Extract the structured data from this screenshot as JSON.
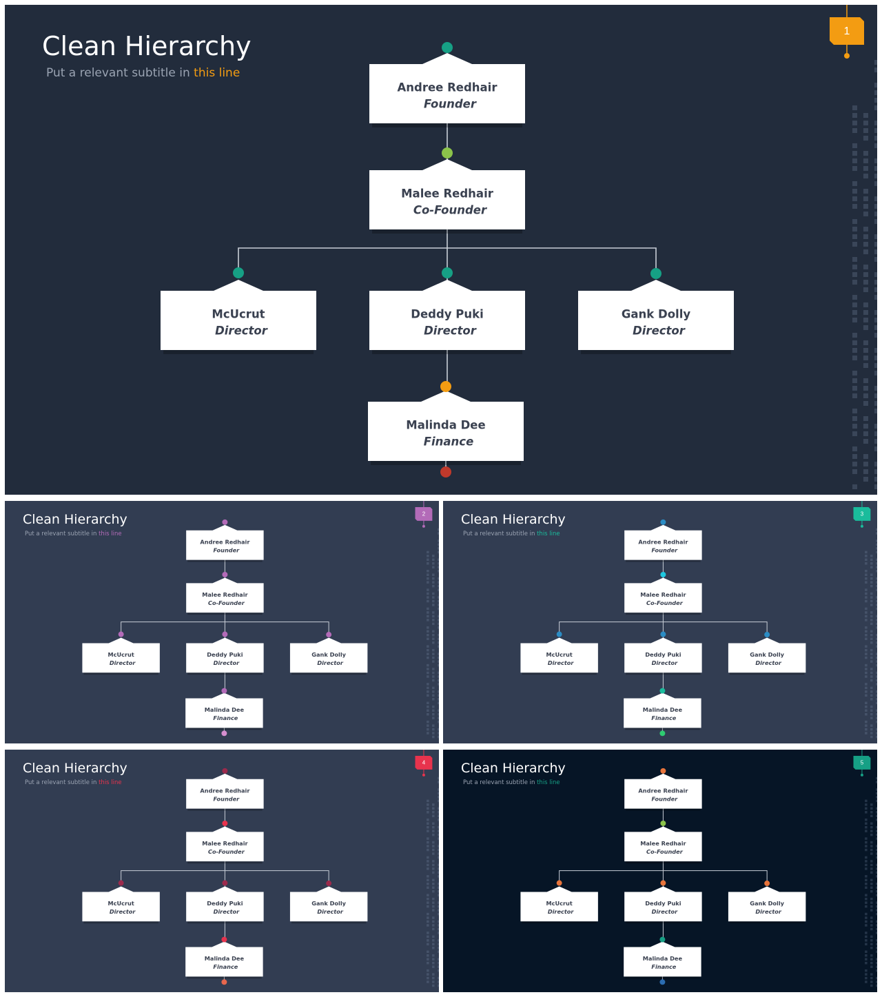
{
  "slides": [
    {
      "title": "Clean Hierarchy",
      "subtitle_prefix": "Put a relevant subtitle in ",
      "subtitle_highlight": "this line",
      "page_number": "1",
      "background": "#222c3c",
      "accent": "#f39c12",
      "dots": {
        "n0": "#16a085",
        "n1": "#8bc34a",
        "n2": "#16a085",
        "n3": "#16a085",
        "n4": "#16a085",
        "n5": "#f39c12",
        "end": "#c0392b"
      }
    },
    {
      "title": "Clean Hierarchy",
      "subtitle_prefix": "Put a relevant subtitle in ",
      "subtitle_highlight": "this line",
      "page_number": "2",
      "background": "#323d52",
      "accent": "#b36bb8",
      "dots": {
        "n0": "#b36bb8",
        "n1": "#b36bb8",
        "n2": "#b36bb8",
        "n3": "#b36bb8",
        "n4": "#b36bb8",
        "n5": "#b36bb8",
        "end": "#d68fd0"
      }
    },
    {
      "title": "Clean Hierarchy",
      "subtitle_prefix": "Put a relevant subtitle in ",
      "subtitle_highlight": "this line",
      "page_number": "3",
      "background": "#323d52",
      "accent": "#1abc9c",
      "dots": {
        "n0": "#2b8cc4",
        "n1": "#1ec8e0",
        "n2": "#2b8cc4",
        "n3": "#2b8cc4",
        "n4": "#2b8cc4",
        "n5": "#1abc9c",
        "end": "#2ecc71"
      }
    },
    {
      "title": "Clean Hierarchy",
      "subtitle_prefix": "Put a relevant subtitle in ",
      "subtitle_highlight": "this line",
      "page_number": "4",
      "background": "#323d52",
      "accent": "#e8334d",
      "dots": {
        "n0": "#9b2a4c",
        "n1": "#e8334d",
        "n2": "#9b2a4c",
        "n3": "#9b2a4c",
        "n4": "#9b2a4c",
        "n5": "#e8334d",
        "end": "#e8674d"
      }
    },
    {
      "title": "Clean Hierarchy",
      "subtitle_prefix": "Put a relevant subtitle in ",
      "subtitle_highlight": "this line",
      "page_number": "5",
      "background": "#061526",
      "accent": "#16a085",
      "dots": {
        "n0": "#e8743b",
        "n1": "#8bc34a",
        "n2": "#e8743b",
        "n3": "#e8743b",
        "n4": "#e8743b",
        "n5": "#16a085",
        "end": "#2b6cb0"
      }
    }
  ],
  "hierarchy": [
    {
      "name": "Andree Redhair",
      "role": "Founder"
    },
    {
      "name": "Malee Redhair",
      "role": "Co-Founder"
    },
    {
      "name": "McUcrut",
      "role": "Director"
    },
    {
      "name": "Deddy Puki",
      "role": "Director"
    },
    {
      "name": "Gank Dolly",
      "role": "Director"
    },
    {
      "name": "Malinda Dee",
      "role": "Finance"
    }
  ]
}
